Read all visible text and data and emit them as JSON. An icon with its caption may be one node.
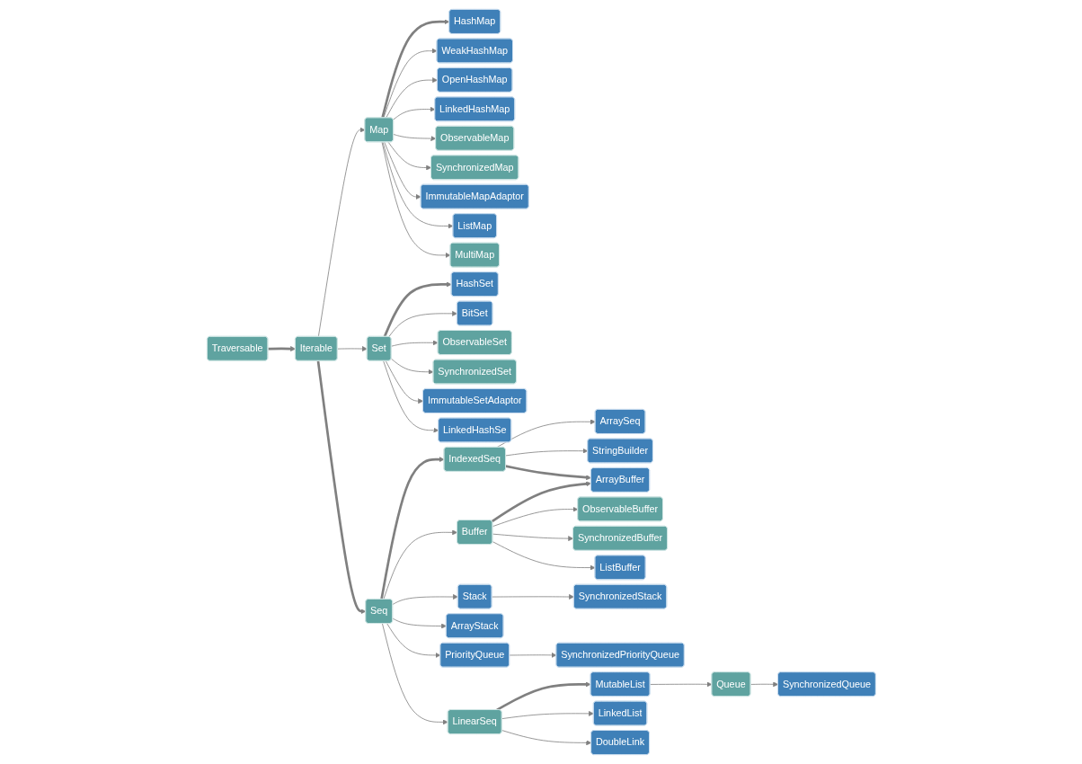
{
  "diagram": {
    "nodes": [
      {
        "text": [
          "Traversable"
        ]
      },
      {
        "text": [
          "Iterable"
        ]
      },
      {
        "text": [
          "Map"
        ]
      },
      {
        "text": [
          "Set"
        ]
      },
      {
        "text": [
          "HashMap"
        ]
      },
      {
        "text": [
          "LinkedHashMap"
        ]
      },
      {
        "text": [
          "ListMap"
        ]
      },
      {
        "text": [
          "MultiMap"
        ]
      },
      {
        "text": [
          "HashSet"
        ]
      },
      {
        "text": [
          "BitSet"
        ]
      },
      {
        "text": [
          "LinkedHashSe"
        ]
      },
      {
        "text": [
          "WeakHashMap"
        ]
      },
      {
        "text": [
          "OpenHashMap"
        ]
      },
      {
        "text": [
          "ObservableMap"
        ]
      },
      {
        "text": [
          "SynchronizedMap"
        ]
      },
      {
        "text": [
          "ImmutableMapAdaptor"
        ]
      },
      {
        "text": [
          "ObservableSet"
        ]
      },
      {
        "text": [
          "SynchronizedSet"
        ]
      },
      {
        "text": [
          "ImmutableSetAdaptor"
        ]
      },
      {
        "text": [
          "Seq"
        ]
      },
      {
        "text": [
          "IndexedSeq"
        ]
      },
      {
        "text": [
          "Buffer"
        ]
      },
      {
        "text": [
          "LinearSeq"
        ]
      },
      {
        "text": [
          "ArraySeq"
        ]
      },
      {
        "text": [
          "StringBuilder"
        ]
      },
      {
        "text": [
          "ArrayBuffer"
        ]
      },
      {
        "text": [
          "ListBuffer"
        ]
      },
      {
        "text": [
          "Stack"
        ]
      },
      {
        "text": [
          "ArrayStack"
        ]
      },
      {
        "text": [
          "PriorityQueue"
        ]
      },
      {
        "text": [
          "MutableList"
        ]
      },
      {
        "text": [
          "LinkedList"
        ]
      },
      {
        "text": [
          "DoubleLink"
        ]
      },
      {
        "text": [
          "ObservableBuffer"
        ]
      },
      {
        "text": [
          "SynchronizedBuffer"
        ]
      },
      {
        "text": [
          "SynchronizedStack"
        ]
      },
      {
        "text": [
          "SynchronizedPriorityQueue"
        ]
      },
      {
        "text": [
          "Queue"
        ]
      },
      {
        "text": [
          "SynchronizedQueue"
        ]
      }
    ],
    "edges": [
      {
        "from": 0,
        "to": 1,
        "arrow": "to",
        "style": "thick"
      },
      {
        "from": 1,
        "to": 2,
        "arrow": "to"
      },
      {
        "from": 1,
        "to": 3,
        "arrow": "to"
      },
      {
        "from": 1,
        "to": 19,
        "arrow": "to",
        "style": "thick"
      },
      {
        "from": 2,
        "to": 4,
        "arrow": "to",
        "style": "thick"
      },
      {
        "from": 2,
        "to": 11,
        "arrow": "to"
      },
      {
        "from": 2,
        "to": 12,
        "arrow": "to"
      },
      {
        "from": 2,
        "to": 5,
        "arrow": "to"
      },
      {
        "from": 2,
        "to": 13,
        "arrow": "to"
      },
      {
        "from": 2,
        "to": 14,
        "arrow": "to"
      },
      {
        "from": 2,
        "to": 15,
        "arrow": "to"
      },
      {
        "from": 2,
        "to": 6,
        "arrow": "to"
      },
      {
        "from": 2,
        "to": 7,
        "arrow": "to"
      },
      {
        "from": 3,
        "to": 8,
        "arrow": "to",
        "style": "thick"
      },
      {
        "from": 3,
        "to": 9,
        "arrow": "to"
      },
      {
        "from": 3,
        "to": 16,
        "arrow": "to"
      },
      {
        "from": 3,
        "to": 17,
        "arrow": "to"
      },
      {
        "from": 3,
        "to": 18,
        "arrow": "to"
      },
      {
        "from": 3,
        "to": 10,
        "arrow": "to"
      },
      {
        "from": 19,
        "to": 20,
        "arrow": "to",
        "style": "thick"
      },
      {
        "from": 19,
        "to": 21,
        "arrow": "to"
      },
      {
        "from": 19,
        "to": 27,
        "arrow": "to"
      },
      {
        "from": 19,
        "to": 28,
        "arrow": "to"
      },
      {
        "from": 19,
        "to": 29,
        "arrow": "to"
      },
      {
        "from": 19,
        "to": 22,
        "arrow": "to"
      },
      {
        "from": 20,
        "to": 23,
        "arrow": "to"
      },
      {
        "from": 20,
        "to": 24,
        "arrow": "to"
      },
      {
        "from": 20,
        "to": 25,
        "arrow": "to",
        "style": "thick"
      },
      {
        "from": 21,
        "to": 25,
        "arrow": "to",
        "style": "thick"
      },
      {
        "from": 21,
        "to": 33,
        "arrow": "to"
      },
      {
        "from": 21,
        "to": 34,
        "arrow": "to"
      },
      {
        "from": 21,
        "to": 26,
        "arrow": "to"
      },
      {
        "from": 27,
        "to": 35,
        "arrow": "to"
      },
      {
        "from": 29,
        "to": 36,
        "arrow": "to"
      },
      {
        "from": 22,
        "to": 30,
        "arrow": "to",
        "style": "thick"
      },
      {
        "from": 22,
        "to": 31,
        "arrow": "to"
      },
      {
        "from": 22,
        "to": 32,
        "arrow": "to"
      },
      {
        "from": 30,
        "to": 37,
        "arrow": "to"
      },
      {
        "from": 37,
        "to": 38,
        "arrow": "to"
      }
    ]
  }
}
